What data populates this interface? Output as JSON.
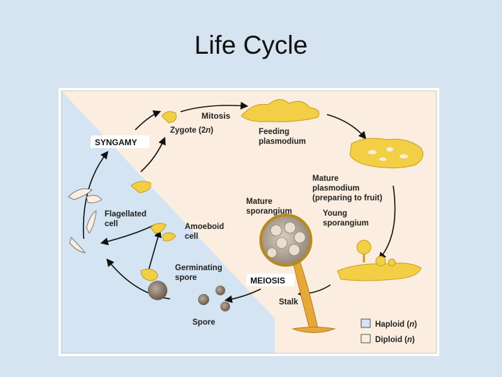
{
  "title": "Life Cycle",
  "labels": {
    "mitosis": "Mitosis",
    "zygote": "Zygote (2",
    "zygote_n": "n",
    "zygote_end": ")",
    "syngamy": "SYNGAMY",
    "feeding_1": "Feeding",
    "feeding_2": "plasmodium",
    "mature_plas_1": "Mature",
    "mature_plas_2": "plasmodium",
    "mature_plas_3": "(preparing to fruit)",
    "mature_spor_1": "Mature",
    "mature_spor_2": "sporangium",
    "young_spor_1": "Young",
    "young_spor_2": "sporangium",
    "flagellated_1": "Flagellated",
    "flagellated_2": "cell",
    "amoeboid_1": "Amoeboid",
    "amoeboid_2": "cell",
    "germinating_1": "Germinating",
    "germinating_2": "spore",
    "meiosis": "MEIOSIS",
    "stalk": "Stalk",
    "spore": "Spore"
  },
  "legend": {
    "haploid": "Haploid (",
    "haploid_n": "n",
    "haploid_end": ")",
    "diploid": "Diploid (",
    "diploid_n": "n",
    "diploid_end": ")",
    "haploid_color": "#d4e4f2",
    "diploid_color": "#fbeee0"
  },
  "colors": {
    "plasmodium": "#f2cf45",
    "plasmodium_edge": "#c99a1a",
    "spore": "#8a7b6e",
    "arrow": "#111111"
  }
}
